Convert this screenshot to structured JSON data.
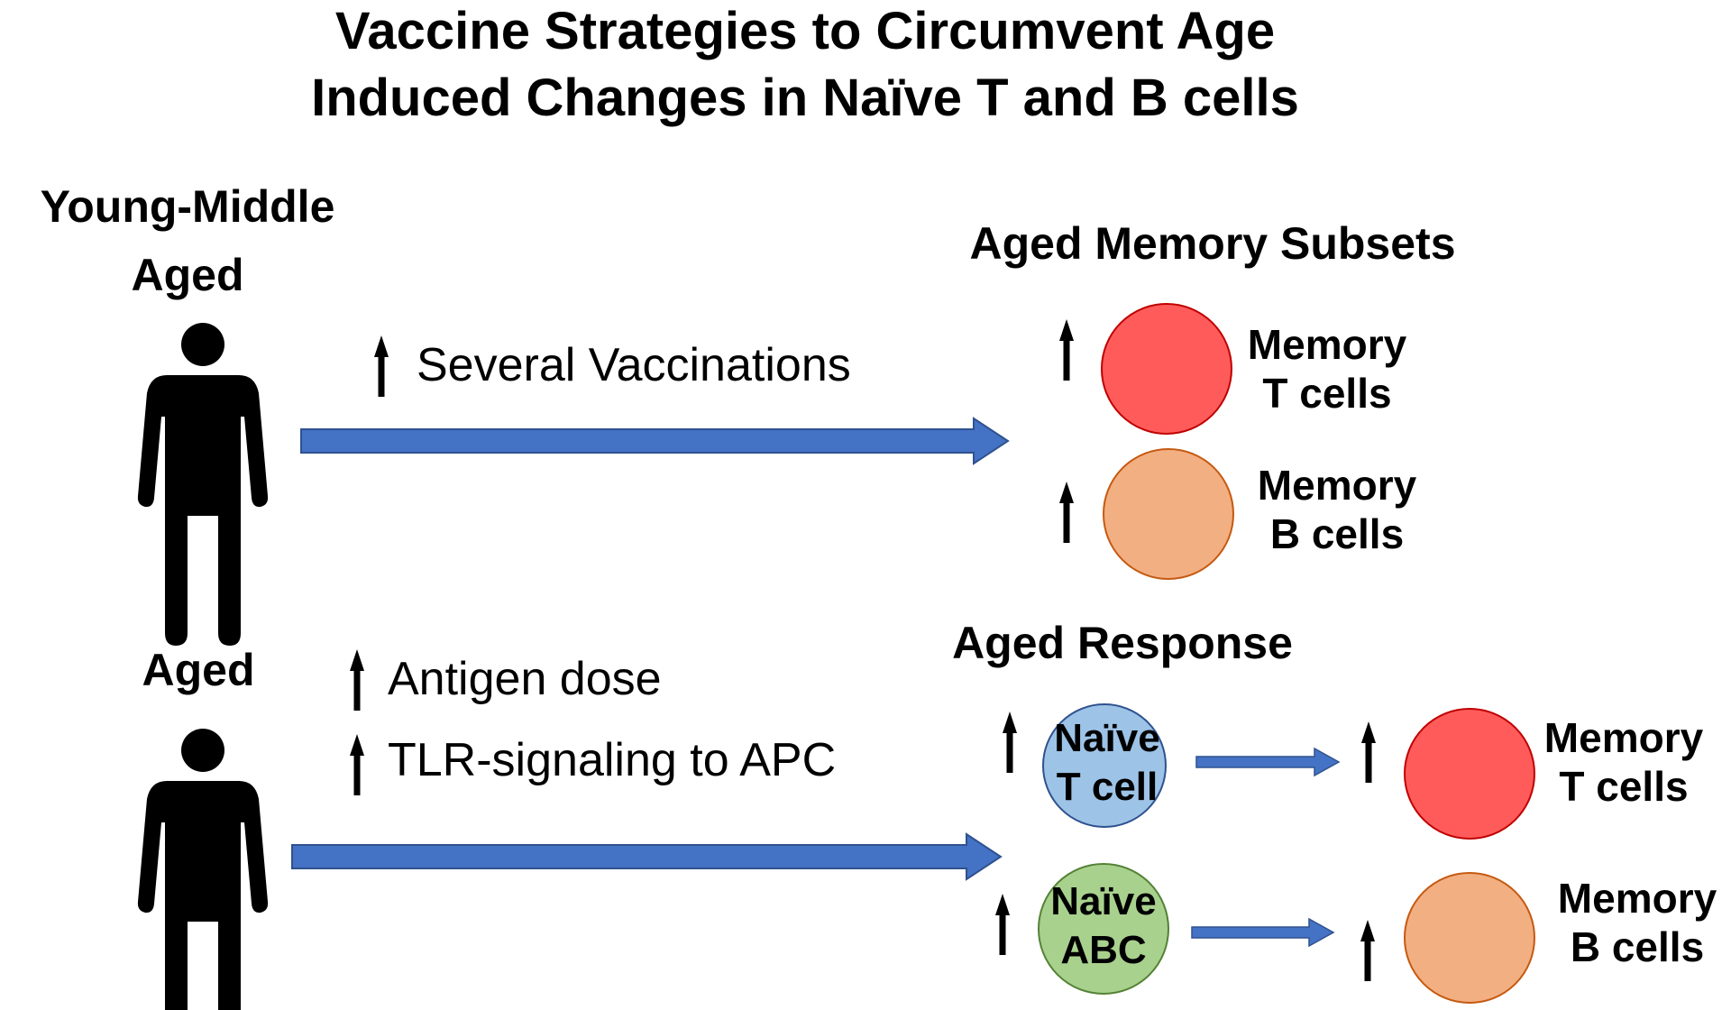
{
  "title": {
    "line1": "Vaccine Strategies to Circumvent Age",
    "line2": "Induced Changes in Naïve T and B cells"
  },
  "young_panel": {
    "label_line1": "Young-Middle",
    "label_line2": "Aged",
    "person_icon": "person-icon",
    "strategy": "Several Vaccinations",
    "outcome_heading": "Aged Memory Subsets",
    "memory_t": {
      "line1": "Memory",
      "line2": "T cells",
      "color": "#FF5B5B"
    },
    "memory_b": {
      "line1": "Memory",
      "line2": "B cells",
      "color": "#F2AF82"
    }
  },
  "aged_panel": {
    "label": "Aged",
    "person_icon": "person-icon",
    "strategy_1": "Antigen dose",
    "strategy_2": "TLR-signaling to APC",
    "outcome_heading": "Aged Response",
    "naive_t": {
      "line1": "Naïve",
      "line2": "T cell",
      "color": "#9DC3E6"
    },
    "naive_abc": {
      "line1": "Naïve",
      "line2": "ABC",
      "color": "#A9D18E"
    },
    "memory_t": {
      "line1": "Memory",
      "line2": "T cells",
      "color": "#FF5B5B"
    },
    "memory_b": {
      "line1": "Memory",
      "line2": "B cells",
      "color": "#F2AF82"
    }
  },
  "colors": {
    "arrow": "#4472C4",
    "arrow_outline": "#2F528F",
    "up_arrow": "#000000"
  },
  "icons": [
    "up-arrow-icon",
    "right-arrow-icon",
    "person-icon"
  ]
}
